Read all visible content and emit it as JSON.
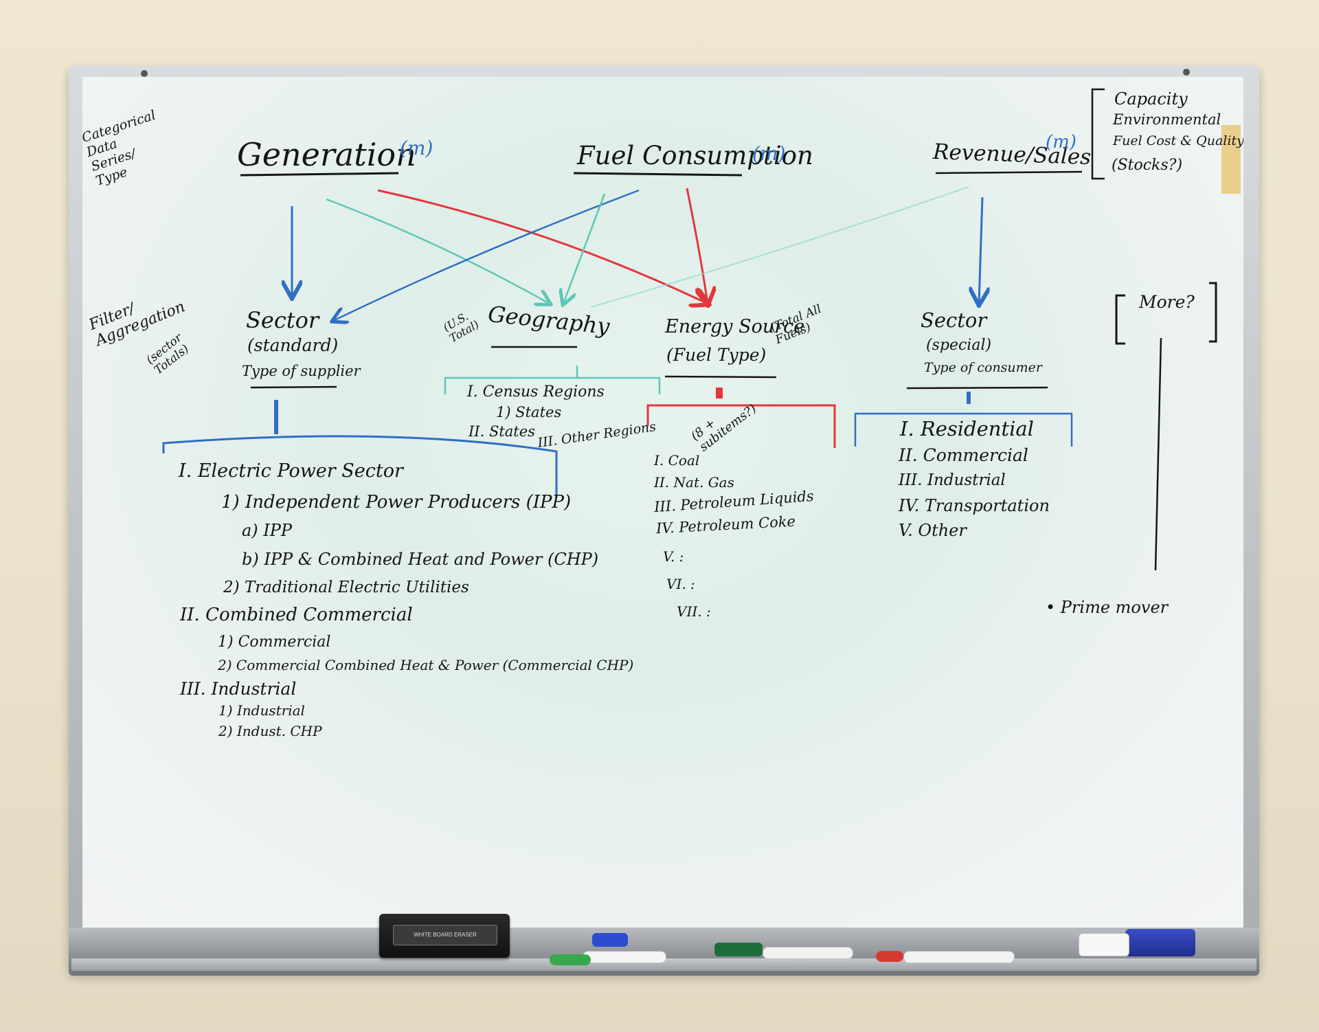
{
  "sidebar": {
    "categorical": "Categorical Data Series/ Type",
    "filter": "Filter/ Aggregation"
  },
  "topics": {
    "generation": "Generation",
    "generation_m": "(m)",
    "fuel": "Fuel Consumption",
    "fuel_m": "(m)",
    "revenue": "Revenue/Sales",
    "revenue_m": "(m)"
  },
  "right_list": [
    "Capacity",
    "Environmental",
    "Fuel Cost & Quality",
    "(Stocks?)"
  ],
  "sector_std": {
    "side": "(sector Totals)",
    "title": "Sector",
    "sub": "(standard)",
    "type": "Type of supplier",
    "items": [
      "I. Electric Power Sector",
      "1) Independent Power Producers (IPP)",
      "a) IPP",
      "b) IPP & Combined Heat and Power (CHP)",
      "2) Traditional Electric Utilities",
      "II. Combined Commercial",
      "1) Commercial",
      "2) Commercial Combined Heat & Power (Commercial CHP)",
      "III. Industrial",
      "1) Industrial",
      "2) Indust. CHP"
    ]
  },
  "geography": {
    "side": "(U.S. Total)",
    "title": "Geography",
    "items": [
      "I. Census Regions",
      "1) States",
      "II. States",
      "III. Other Regions"
    ]
  },
  "energy": {
    "title": "Energy Source",
    "side": "(Total All Fuels)",
    "sub": "(Fuel Type)",
    "note": "(8 + subitems?)",
    "items": [
      "I. Coal",
      "II. Nat. Gas",
      "III. Petroleum Liquids",
      "IV. Petroleum Coke",
      "V.  :",
      "VI.  :",
      "VII.  :"
    ]
  },
  "sector_special": {
    "title": "Sector",
    "sub": "(special)",
    "type": "Type of consumer",
    "items": [
      "I. Residential",
      "II. Commercial",
      "III. Industrial",
      "IV. Transportation",
      "V. Other"
    ]
  },
  "more": {
    "label": "More?",
    "prime": "• Prime mover"
  },
  "eraser": {
    "label": "WHITE BOARD ERASER"
  },
  "colors": {
    "blue": "#2f6fc4",
    "teal": "#5cc7b7",
    "red": "#e2373d",
    "black": "#151515"
  }
}
